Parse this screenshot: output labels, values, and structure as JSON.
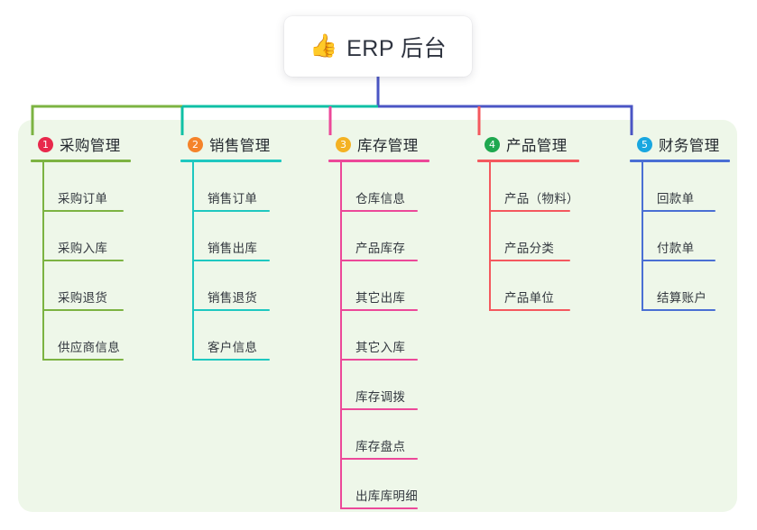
{
  "root": {
    "icon": "thumbs-up-icon",
    "icon_glyph": "👍",
    "title": "ERP 后台"
  },
  "palette": {
    "panel_bg": "#eef7e9",
    "page_bg": "#ffffff",
    "root_stem": "#4a55c4",
    "trunk_green": "#7cb342",
    "trunk_teal": "#0fc0a5",
    "trunk_blue": "#4a55c4"
  },
  "columns": [
    {
      "number": "1",
      "title": "采购管理",
      "badge_color": "#e8294c",
      "line_color": "#7cb342",
      "connector_color": "#7cb342",
      "items": [
        {
          "label": "采购订单"
        },
        {
          "label": "采购入库"
        },
        {
          "label": "采购退货"
        },
        {
          "label": "供应商信息"
        }
      ]
    },
    {
      "number": "2",
      "title": "销售管理",
      "badge_color": "#f5832a",
      "line_color": "#1ec8c0",
      "connector_color": "#0fc0a5",
      "items": [
        {
          "label": "销售订单"
        },
        {
          "label": "销售出库"
        },
        {
          "label": "销售退货"
        },
        {
          "label": "客户信息"
        }
      ]
    },
    {
      "number": "3",
      "title": "库存管理",
      "badge_color": "#f4b223",
      "line_color": "#ec4899",
      "connector_color": "#ec4899",
      "items": [
        {
          "label": "仓库信息"
        },
        {
          "label": "产品库存"
        },
        {
          "label": "其它出库"
        },
        {
          "label": "其它入库"
        },
        {
          "label": "库存调拨"
        },
        {
          "label": "库存盘点"
        },
        {
          "label": "出库库明细"
        }
      ]
    },
    {
      "number": "4",
      "title": "产品管理",
      "badge_color": "#1fa84f",
      "line_color": "#f4585e",
      "connector_color": "#f4585e",
      "items": [
        {
          "label": "产品（物料）"
        },
        {
          "label": "产品分类"
        },
        {
          "label": "产品单位"
        }
      ]
    },
    {
      "number": "5",
      "title": "财务管理",
      "badge_color": "#19a7e0",
      "line_color": "#4a6fd4",
      "connector_color": "#4a55c4",
      "items": [
        {
          "label": "回款单"
        },
        {
          "label": "付款单"
        },
        {
          "label": "结算账户"
        }
      ]
    }
  ]
}
